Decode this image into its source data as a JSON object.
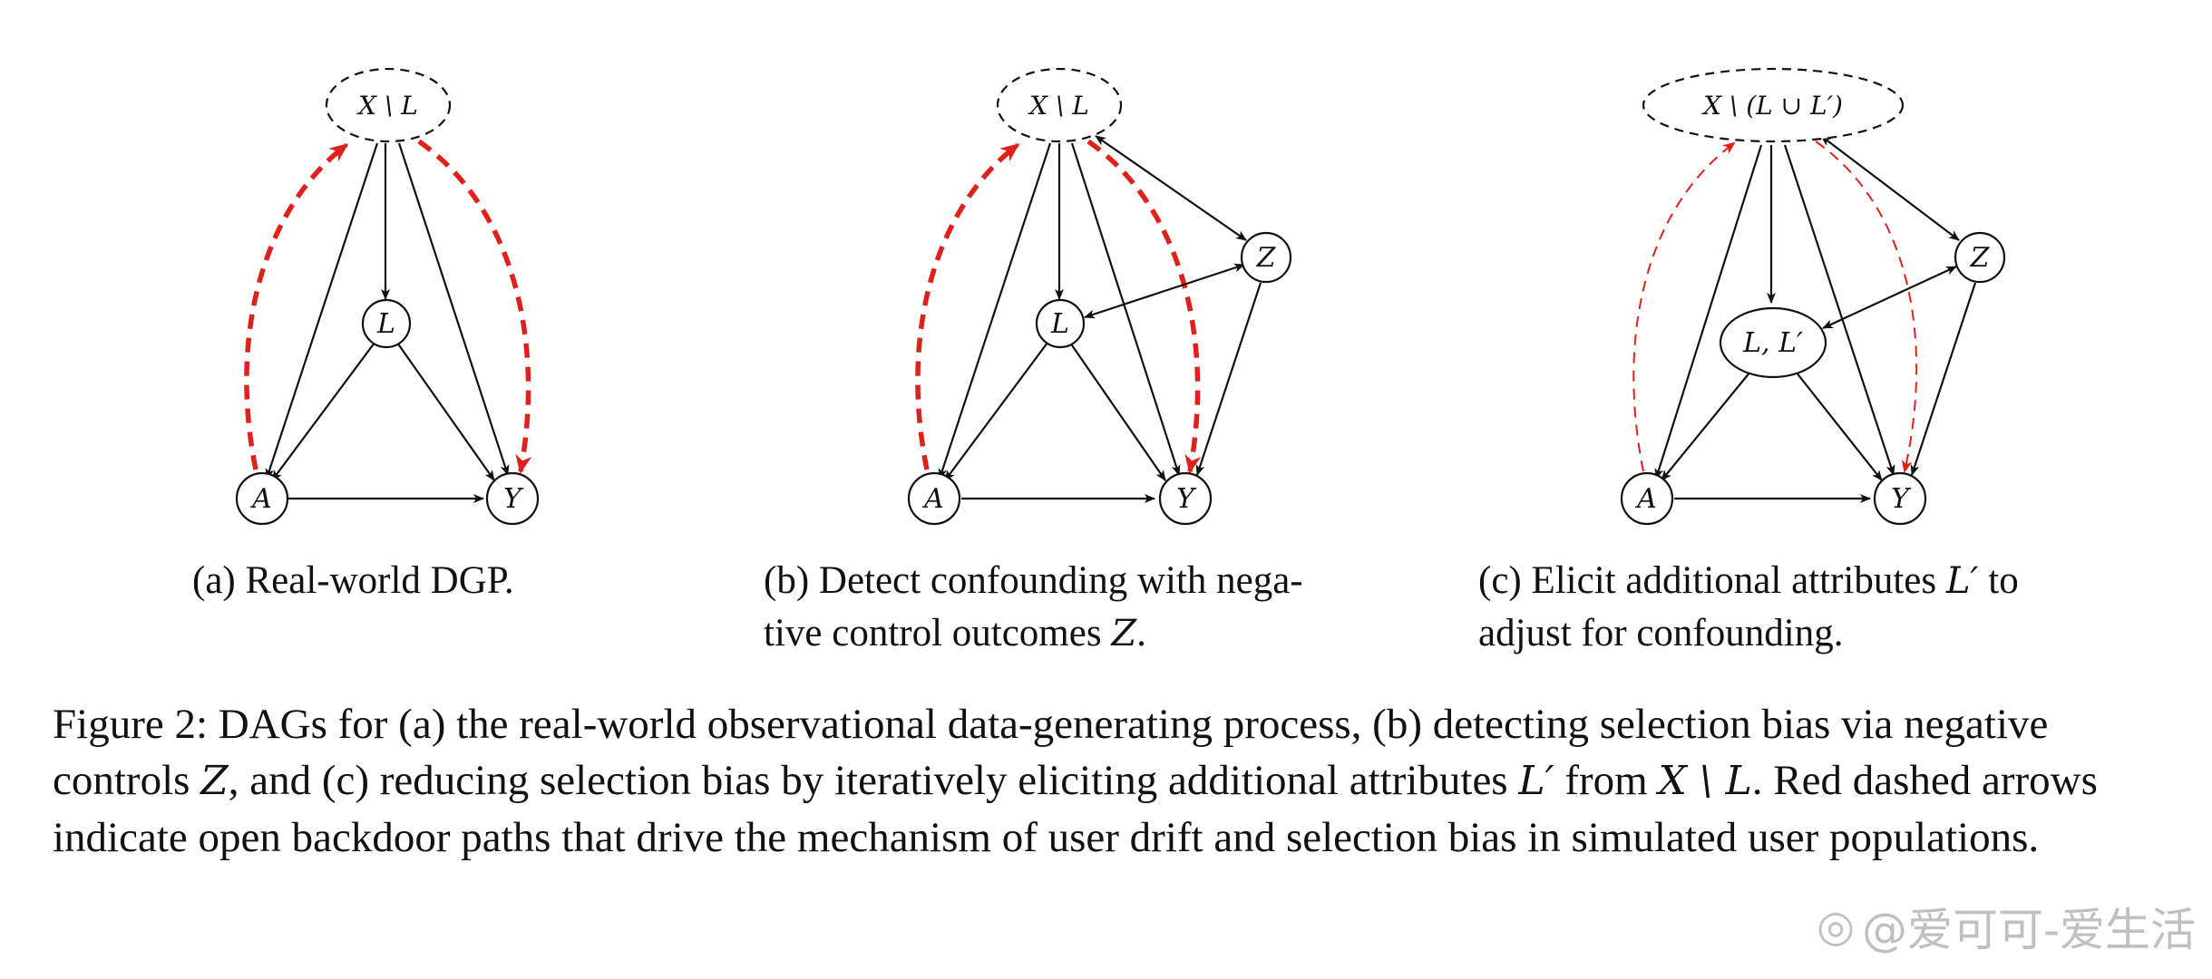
{
  "colors": {
    "ink": "#111111",
    "backdoor_red": "#e0201b"
  },
  "panels": [
    {
      "id": "a",
      "nodes": {
        "top": "X \\ L",
        "mid": "L",
        "a": "A",
        "y": "Y"
      },
      "caption": {
        "label": "(a) Real-world DGP.",
        "line2": ""
      }
    },
    {
      "id": "b",
      "nodes": {
        "top": "X \\ L",
        "mid": "L",
        "z": "Z",
        "a": "A",
        "y": "Y"
      },
      "caption": {
        "label": "(b) Detect confounding with nega-",
        "line2_text": "tive control outcomes ",
        "line2_math": "Z",
        "line2_end": "."
      }
    },
    {
      "id": "c",
      "nodes": {
        "top": "X \\ (L ∪ L′)",
        "mid": "L, L′",
        "z": "Z",
        "a": "A",
        "y": "Y"
      },
      "caption": {
        "line1_text": "(c) Elicit additional attributes ",
        "line1_math": "L′",
        "line1_end": " to",
        "line2": "adjust for confounding."
      }
    }
  ],
  "caption": {
    "p1": "Figure 2: DAGs for (a) the real-world observational data-generating process, (b) detecting selection bias via negative controls ",
    "m1": "Z",
    "p2": ", and (c) reducing selection bias by iteratively eliciting additional attributes ",
    "m2": "L′",
    "p3": " from ",
    "m3": "X \\ L",
    "p4": ". Red dashed arrows indicate open backdoor paths that drive the mechanism of user drift and selection bias in simulated user populations."
  },
  "watermark": {
    "logo_icon": "weibo-icon",
    "text": "@爱可可-爱生活"
  }
}
